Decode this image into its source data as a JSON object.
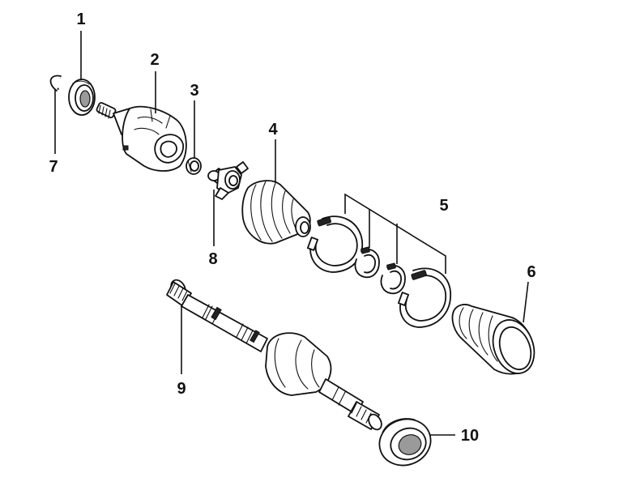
{
  "labels": {
    "l1": "1",
    "l2": "2",
    "l3": "3",
    "l4": "4",
    "l5": "5",
    "l6": "6",
    "l7": "7",
    "l8": "8",
    "l9": "9",
    "l10": "10"
  },
  "colors": {
    "ink": "#111111",
    "paper": "#ffffff",
    "shade": "#9a9a9a"
  }
}
